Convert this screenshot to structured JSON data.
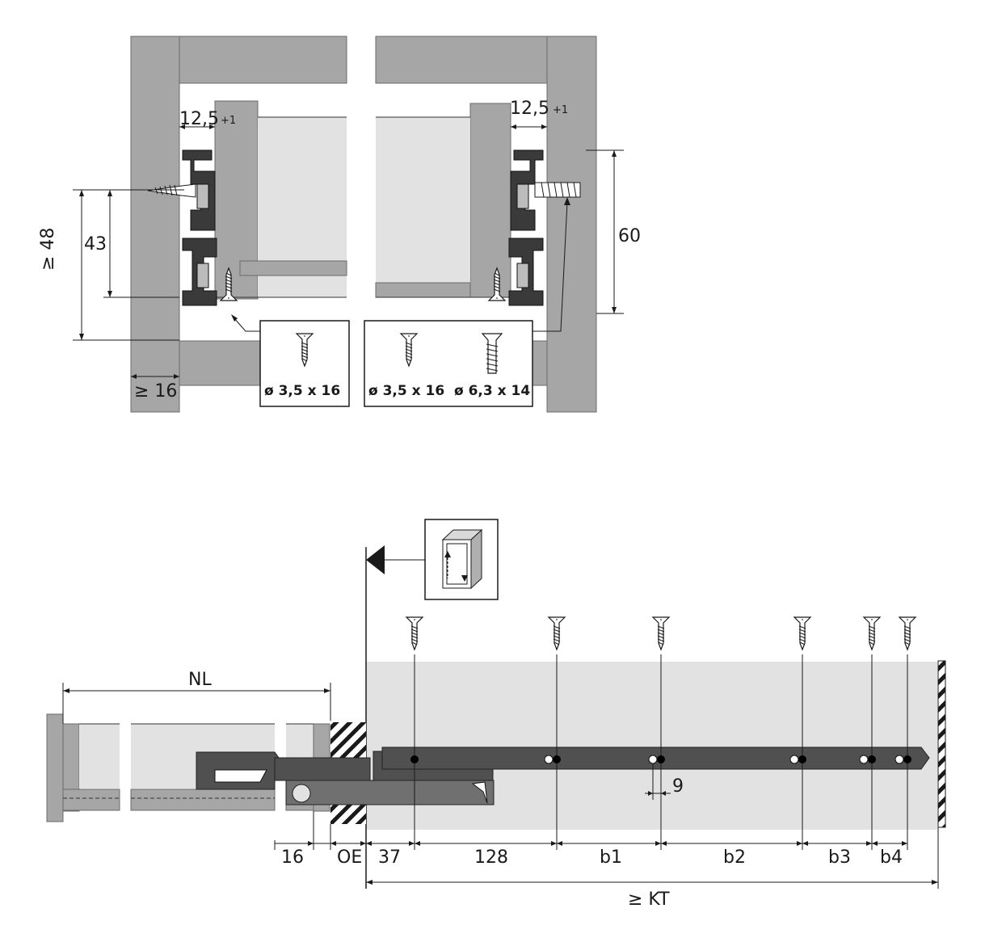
{
  "section_view": {
    "dim_gap_left": "12,5",
    "dim_gap_left_tol": "+1",
    "dim_gap_right": "12,5",
    "dim_gap_right_tol": "+1",
    "dim_min_height": "≥ 48",
    "dim_hole_height": "43",
    "dim_right_height": "60",
    "dim_panel_thickness": "≥ 16",
    "screw_box_left": {
      "label": "ø 3,5 x 16"
    },
    "screw_box_right": {
      "label_a": "ø 3,5 x 16",
      "label_b": "ø 6,3 x 14"
    }
  },
  "side_view": {
    "dim_nl": "NL",
    "dim_16": "16",
    "dim_oe": "OE",
    "dim_37": "37",
    "dim_128": "128",
    "dim_b1": "b1",
    "dim_b2": "b2",
    "dim_b3": "b3",
    "dim_b4": "b4",
    "dim_9": "9",
    "dim_kt": "≥ KT",
    "icon": "cabinet-icon"
  }
}
